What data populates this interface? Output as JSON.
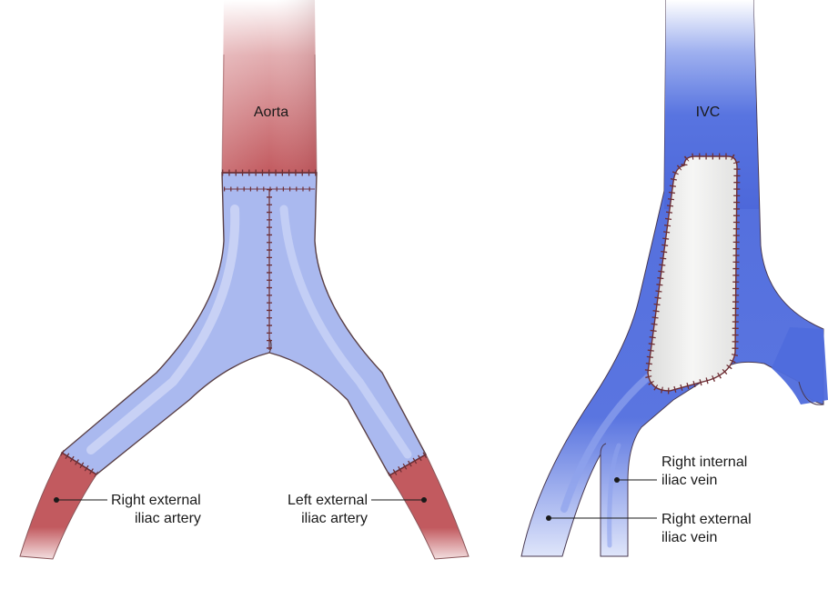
{
  "labels": {
    "aorta": "Aorta",
    "ivc": "IVC",
    "right_external_iliac_artery": [
      "Right external",
      "iliac artery"
    ],
    "left_external_iliac_artery": [
      "Left external",
      "iliac artery"
    ],
    "right_internal_iliac_vein": [
      "Right internal",
      "iliac vein"
    ],
    "right_external_iliac_vein": [
      "Right external",
      "iliac vein"
    ]
  },
  "colors": {
    "artery_red": "#c25a5f",
    "graft_blue": "#aab9ef",
    "vein_blue": "#4f6bdc",
    "patch_white": "#ebebea",
    "suture": "#6e2f35",
    "outline": "#5a4046"
  }
}
